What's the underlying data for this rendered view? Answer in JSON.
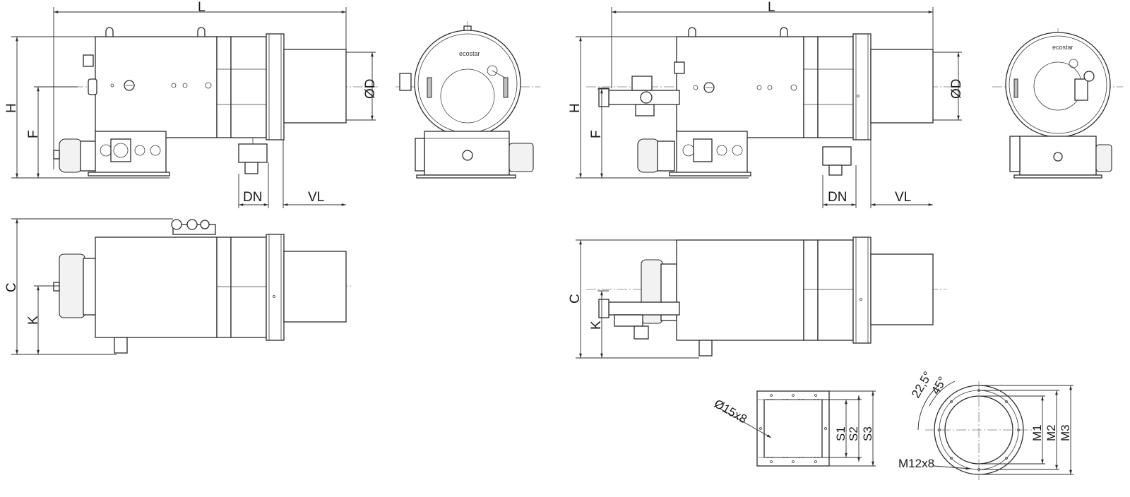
{
  "labels": {
    "L": "L",
    "H": "H",
    "F": "F",
    "D": "ØD",
    "DN": "DN",
    "VL": "VL",
    "C": "C",
    "K": "K",
    "hole": "Ø15x8",
    "S1": "S1",
    "S2": "S2",
    "S3": "S3",
    "angle1": "22,5°",
    "angle2": "45°",
    "bolt": "M12x8",
    "M1": "M1",
    "M2": "M2",
    "M3": "M3"
  },
  "logo_text": "ecostar"
}
